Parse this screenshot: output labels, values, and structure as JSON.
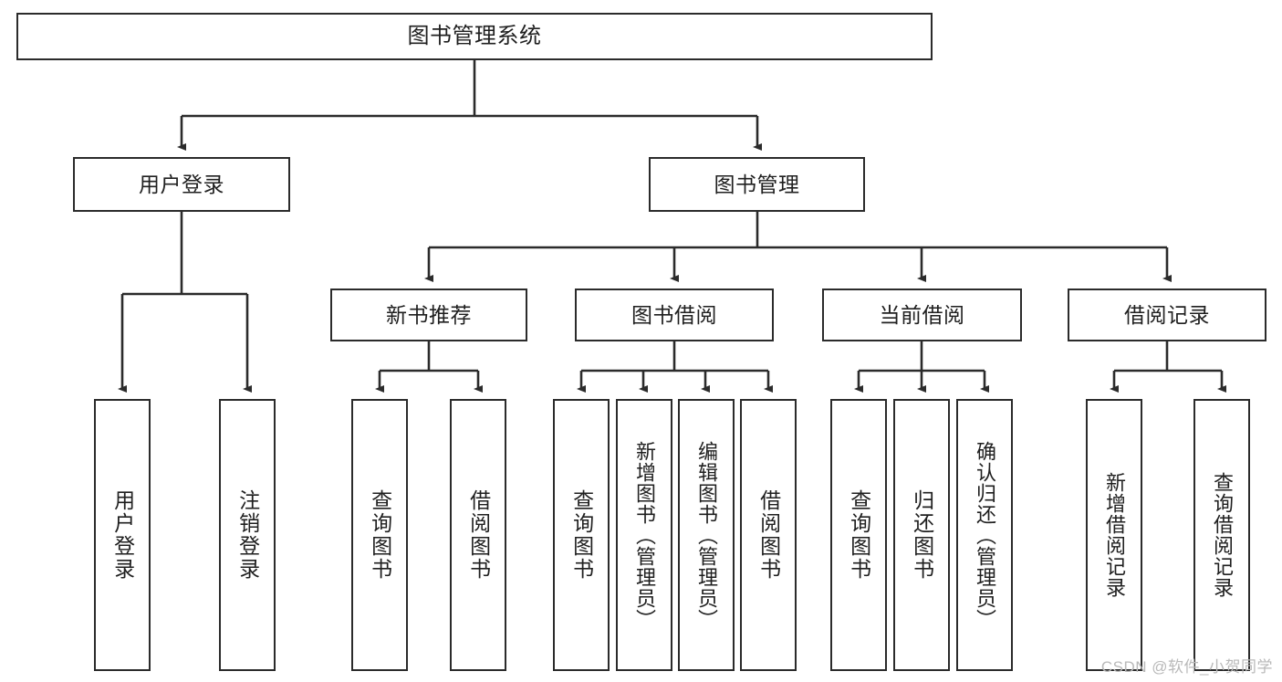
{
  "diagram": {
    "title": "图书管理系统",
    "type": "tree-hierarchy",
    "watermark": "CSDN @软件_小贺同学",
    "colors": {
      "background": "#ffffff",
      "box_border": "#2b2b2b",
      "box_fill": "#ffffff",
      "connector": "#2b2b2b",
      "text": "#1f1f1f",
      "watermark": "#b9b9b9"
    },
    "root": {
      "label": "图书管理系统"
    },
    "level2": [
      {
        "label": "用户登录"
      },
      {
        "label": "图书管理"
      }
    ],
    "level3": [
      {
        "label": "新书推荐"
      },
      {
        "label": "图书借阅"
      },
      {
        "label": "当前借阅"
      },
      {
        "label": "借阅记录"
      }
    ],
    "leaves": {
      "user_login": [
        {
          "label": "用户登录"
        },
        {
          "label": "注销登录"
        }
      ],
      "new_book_recommend": [
        {
          "label": "查询图书"
        },
        {
          "label": "借阅图书"
        }
      ],
      "book_borrow": [
        {
          "label": "查询图书"
        },
        {
          "label": "新增图书（管理员）"
        },
        {
          "label": "编辑图书（管理员）"
        },
        {
          "label": "借阅图书"
        }
      ],
      "current_borrow": [
        {
          "label": "查询图书"
        },
        {
          "label": "归还图书"
        },
        {
          "label": "确认归还（管理员）"
        }
      ],
      "borrow_record": [
        {
          "label": "新增借阅记录"
        },
        {
          "label": "查询借阅记录"
        }
      ]
    }
  }
}
